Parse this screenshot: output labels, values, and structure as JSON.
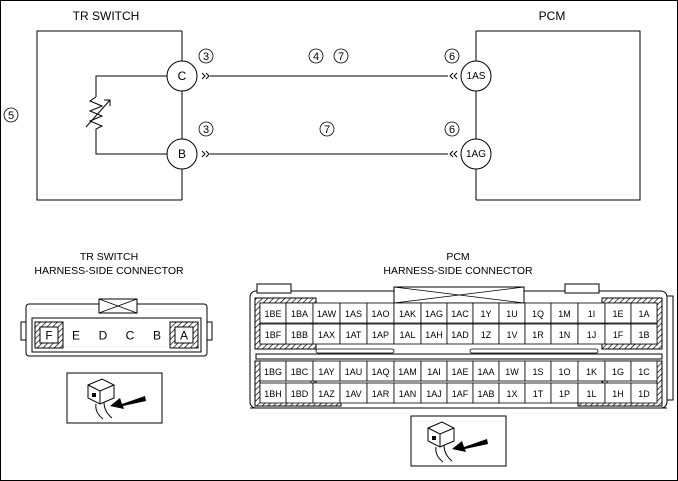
{
  "title_left": "TR SWITCH",
  "title_right": "PCM",
  "terminal_c": "C",
  "terminal_b": "B",
  "terminal_1as": "1AS",
  "terminal_1ag": "1AG",
  "callouts": {
    "num3": "3",
    "num4": "4",
    "num5": "5",
    "num6": "6",
    "num7": "7"
  },
  "tr_connector": {
    "caption_line1": "TR SWITCH",
    "caption_line2": "HARNESS-SIDE CONNECTOR",
    "pins": [
      "F",
      "E",
      "D",
      "C",
      "B",
      "A"
    ]
  },
  "pcm_connector": {
    "caption_line1": "PCM",
    "caption_line2": "HARNESS-SIDE CONNECTOR",
    "row1": [
      "1BE",
      "1BA",
      "1AW",
      "1AS",
      "1AO",
      "1AK",
      "1AG",
      "1AC",
      "1Y",
      "1U",
      "1Q",
      "1M",
      "1I",
      "1E",
      "1A"
    ],
    "row2": [
      "1BF",
      "1BB",
      "1AX",
      "1AT",
      "1AP",
      "1AL",
      "1AH",
      "1AD",
      "1Z",
      "1V",
      "1R",
      "1N",
      "1J",
      "1F",
      "1B"
    ],
    "row3": [
      "1BG",
      "1BC",
      "1AY",
      "1AU",
      "1AQ",
      "1AM",
      "1AI",
      "1AE",
      "1AA",
      "1W",
      "1S",
      "1O",
      "1K",
      "1G",
      "1C"
    ],
    "row4": [
      "1BH",
      "1BD",
      "1AZ",
      "1AV",
      "1AR",
      "1AN",
      "1AJ",
      "1AF",
      "1AB",
      "1X",
      "1T",
      "1P",
      "1L",
      "1H",
      "1D"
    ]
  }
}
